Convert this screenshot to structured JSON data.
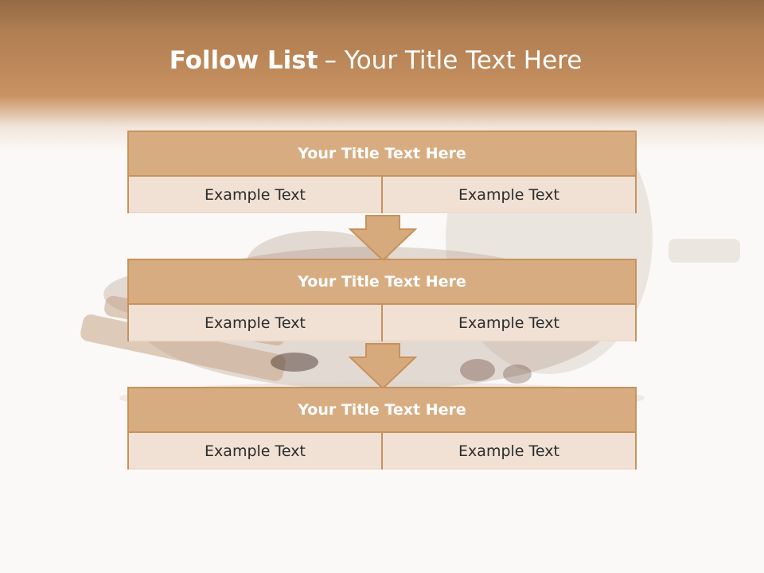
{
  "slide": {
    "title_strong": "Follow List",
    "title_rest": "– Your Title Text Here"
  },
  "steps": [
    {
      "title": "Your Title Text Here",
      "left": "Example Text",
      "right": "Example Text"
    },
    {
      "title": "Your Title Text Here",
      "left": "Example Text",
      "right": "Example Text"
    },
    {
      "title": "Your Title Text Here",
      "left": "Example Text",
      "right": "Example Text"
    }
  ],
  "colors": {
    "header_brown": "#c99261",
    "box_head": "#d6aa7d",
    "box_body": "#f0e1d4",
    "border": "#c8915a"
  }
}
